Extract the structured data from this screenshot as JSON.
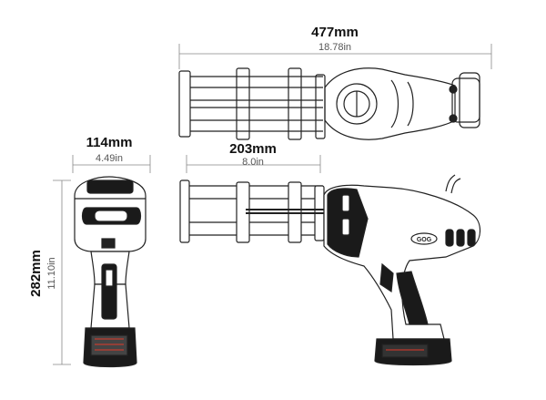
{
  "dimensions": {
    "length": {
      "mm": "477mm",
      "in": "18.78in"
    },
    "width": {
      "mm": "114mm",
      "in": "4.49in"
    },
    "arm": {
      "mm": "203mm",
      "in": "8.0in"
    },
    "height": {
      "mm": "282mm",
      "in": "11.10in"
    }
  },
  "views": {
    "side_label": "GOG"
  },
  "colors": {
    "line": "#222222",
    "dim_line": "#888888",
    "body": "#ffffff",
    "dark": "#1a1a1a",
    "accent": "#e03a2a"
  }
}
